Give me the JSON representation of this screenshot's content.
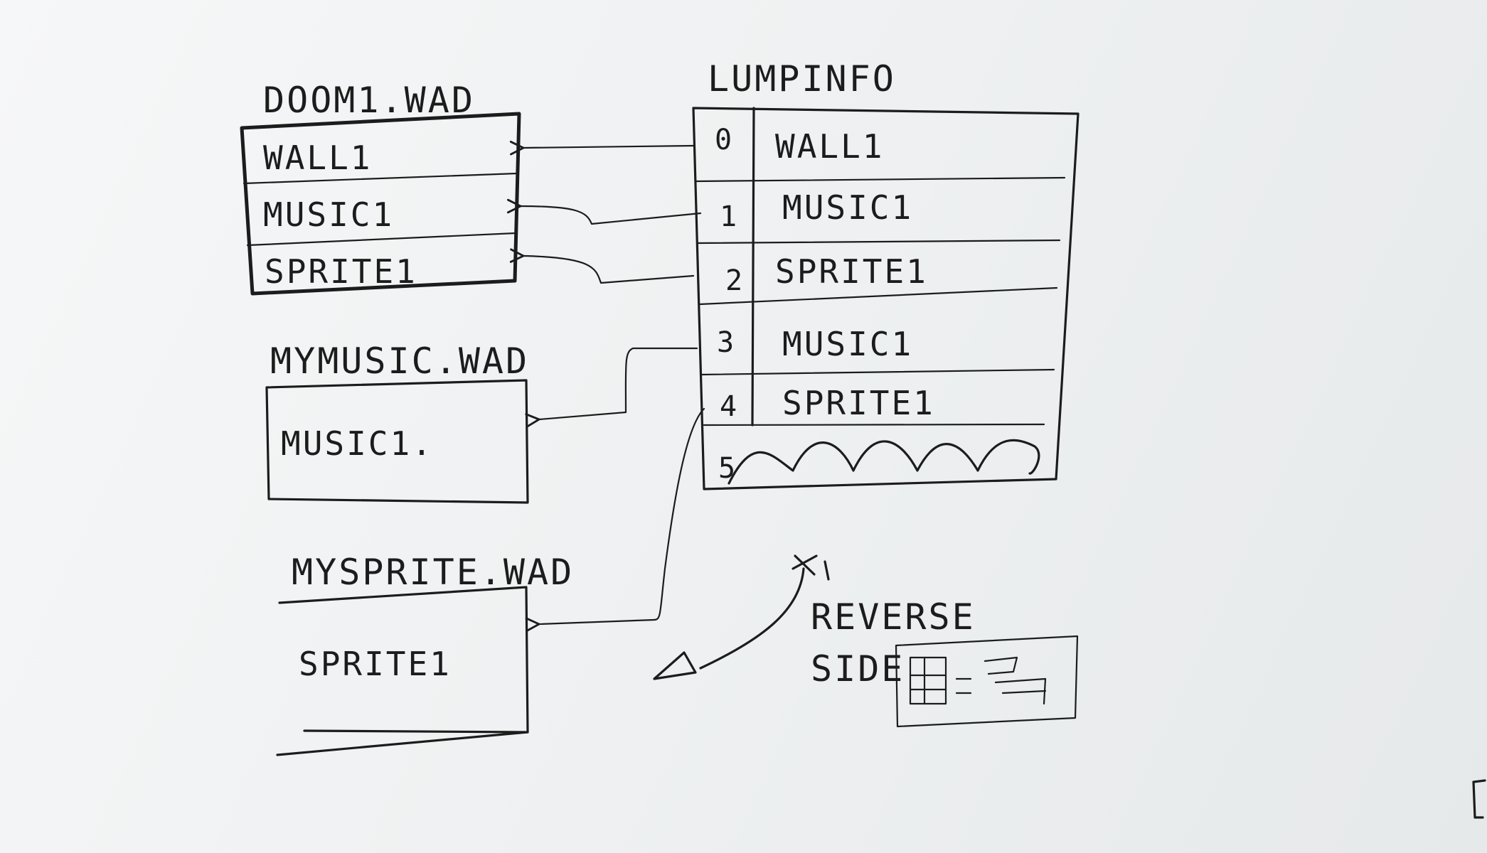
{
  "wads": [
    {
      "title": "DOOM1.WAD",
      "lumps": [
        "WALL1",
        "MUSIC1",
        "SPRITE1"
      ]
    },
    {
      "title": "MYMUSIC.WAD",
      "lumps": [
        "MUSIC1."
      ]
    },
    {
      "title": "MYSPRITE.WAD",
      "lumps": [
        "SPRITE1"
      ]
    }
  ],
  "lumpinfo": {
    "title": "LUMPINFO",
    "rows": [
      {
        "index": "0",
        "name": "WALL1"
      },
      {
        "index": "1",
        "name": "MUSIC1"
      },
      {
        "index": "2",
        "name": "SPRITE1"
      },
      {
        "index": "3",
        "name": "MUSIC1"
      },
      {
        "index": "4",
        "name": "SPRITE1"
      },
      {
        "index": "5",
        "name": ""
      }
    ]
  },
  "note": {
    "line1": "REVERSE",
    "line2": "SIDE"
  }
}
